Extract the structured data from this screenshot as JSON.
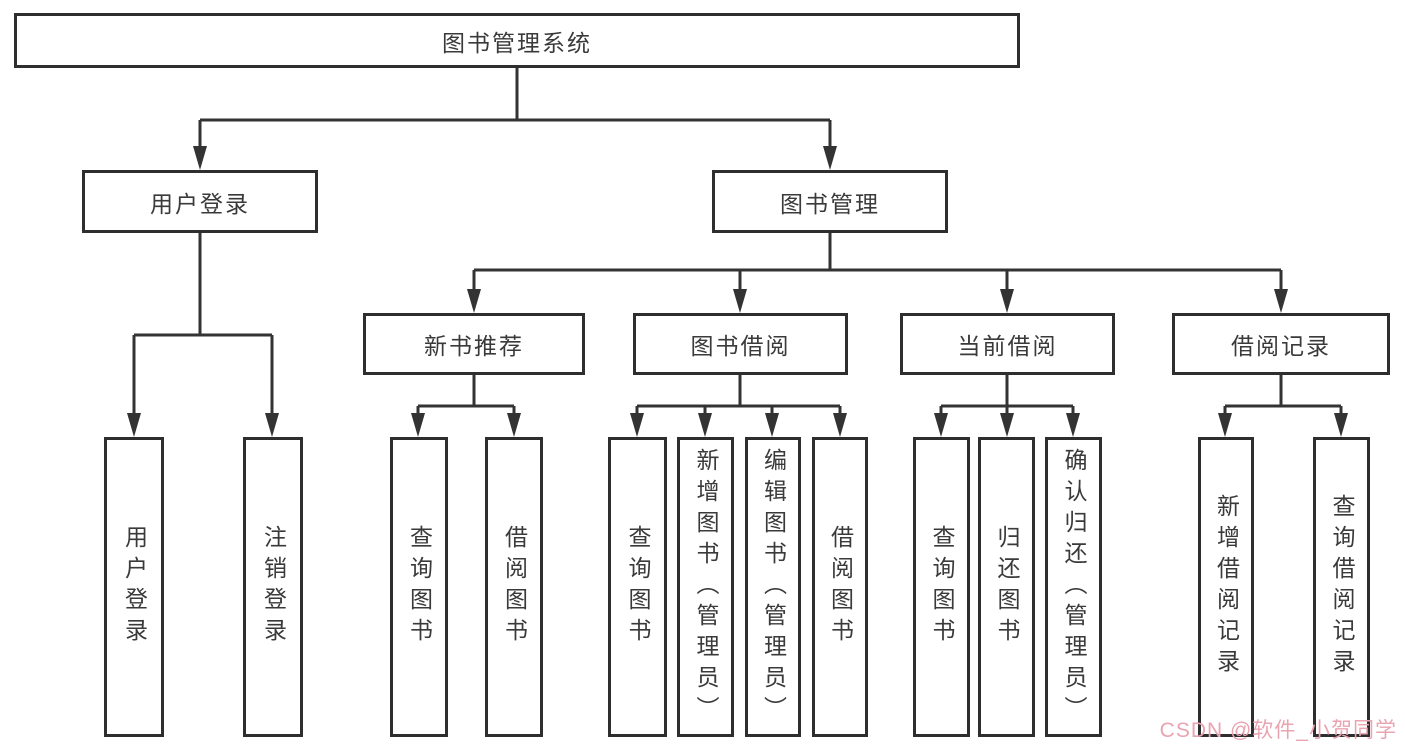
{
  "diagram": {
    "type": "hierarchy",
    "title": "图书管理系统"
  },
  "colors": {
    "background": "#ffffff",
    "box_border": "#2e2e2e",
    "line": "#333333",
    "text": "#3a3a3a",
    "watermark": "#e9a4b2"
  },
  "watermark": {
    "text": "CSDN @软件_小贺同学"
  },
  "nodes": {
    "root": {
      "label": "图书管理系统"
    },
    "level2": [
      {
        "label": "用户登录",
        "parent": "图书管理系统"
      },
      {
        "label": "图书管理",
        "parent": "图书管理系统"
      }
    ],
    "level3": [
      {
        "label": "新书推荐",
        "parent": "图书管理"
      },
      {
        "label": "图书借阅",
        "parent": "图书管理"
      },
      {
        "label": "当前借阅",
        "parent": "图书管理"
      },
      {
        "label": "借阅记录",
        "parent": "图书管理"
      }
    ],
    "leaves": [
      {
        "label": "用户登录",
        "parent": "用户登录"
      },
      {
        "label": "注销登录",
        "parent": "用户登录"
      },
      {
        "label": "查询图书",
        "parent": "新书推荐"
      },
      {
        "label": "借阅图书",
        "parent": "新书推荐"
      },
      {
        "label": "查询图书",
        "parent": "图书借阅"
      },
      {
        "label": "新增图书（管理员）",
        "parent": "图书借阅"
      },
      {
        "label": "编辑图书（管理员）",
        "parent": "图书借阅"
      },
      {
        "label": "借阅图书",
        "parent": "图书借阅"
      },
      {
        "label": "查询图书",
        "parent": "当前借阅"
      },
      {
        "label": "归还图书",
        "parent": "当前借阅"
      },
      {
        "label": "确认归还（管理员）",
        "parent": "当前借阅"
      },
      {
        "label": "新增借阅记录",
        "parent": "借阅记录"
      },
      {
        "label": "查询借阅记录",
        "parent": "借阅记录"
      }
    ]
  }
}
